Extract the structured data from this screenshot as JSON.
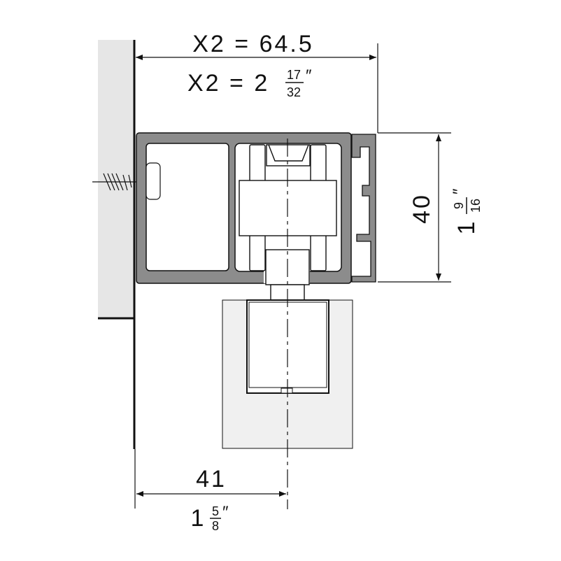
{
  "dimensions": {
    "top_metric": "X2 = 64.5",
    "top_imperial_prefix": "X2 = 2",
    "top_imperial_num": "17",
    "top_imperial_den": "32",
    "right_metric": "40",
    "right_imperial_whole": "1",
    "right_imperial_num": "9",
    "right_imperial_den": "16",
    "bottom_metric": "41",
    "bottom_imperial_whole": "1",
    "bottom_imperial_num": "5",
    "bottom_imperial_den": "8",
    "inch_mark": "″"
  },
  "colors": {
    "profile": "#8c8c8c",
    "wall": "#e6e6e6",
    "door": "#f0f0f0",
    "line": "#111111"
  }
}
